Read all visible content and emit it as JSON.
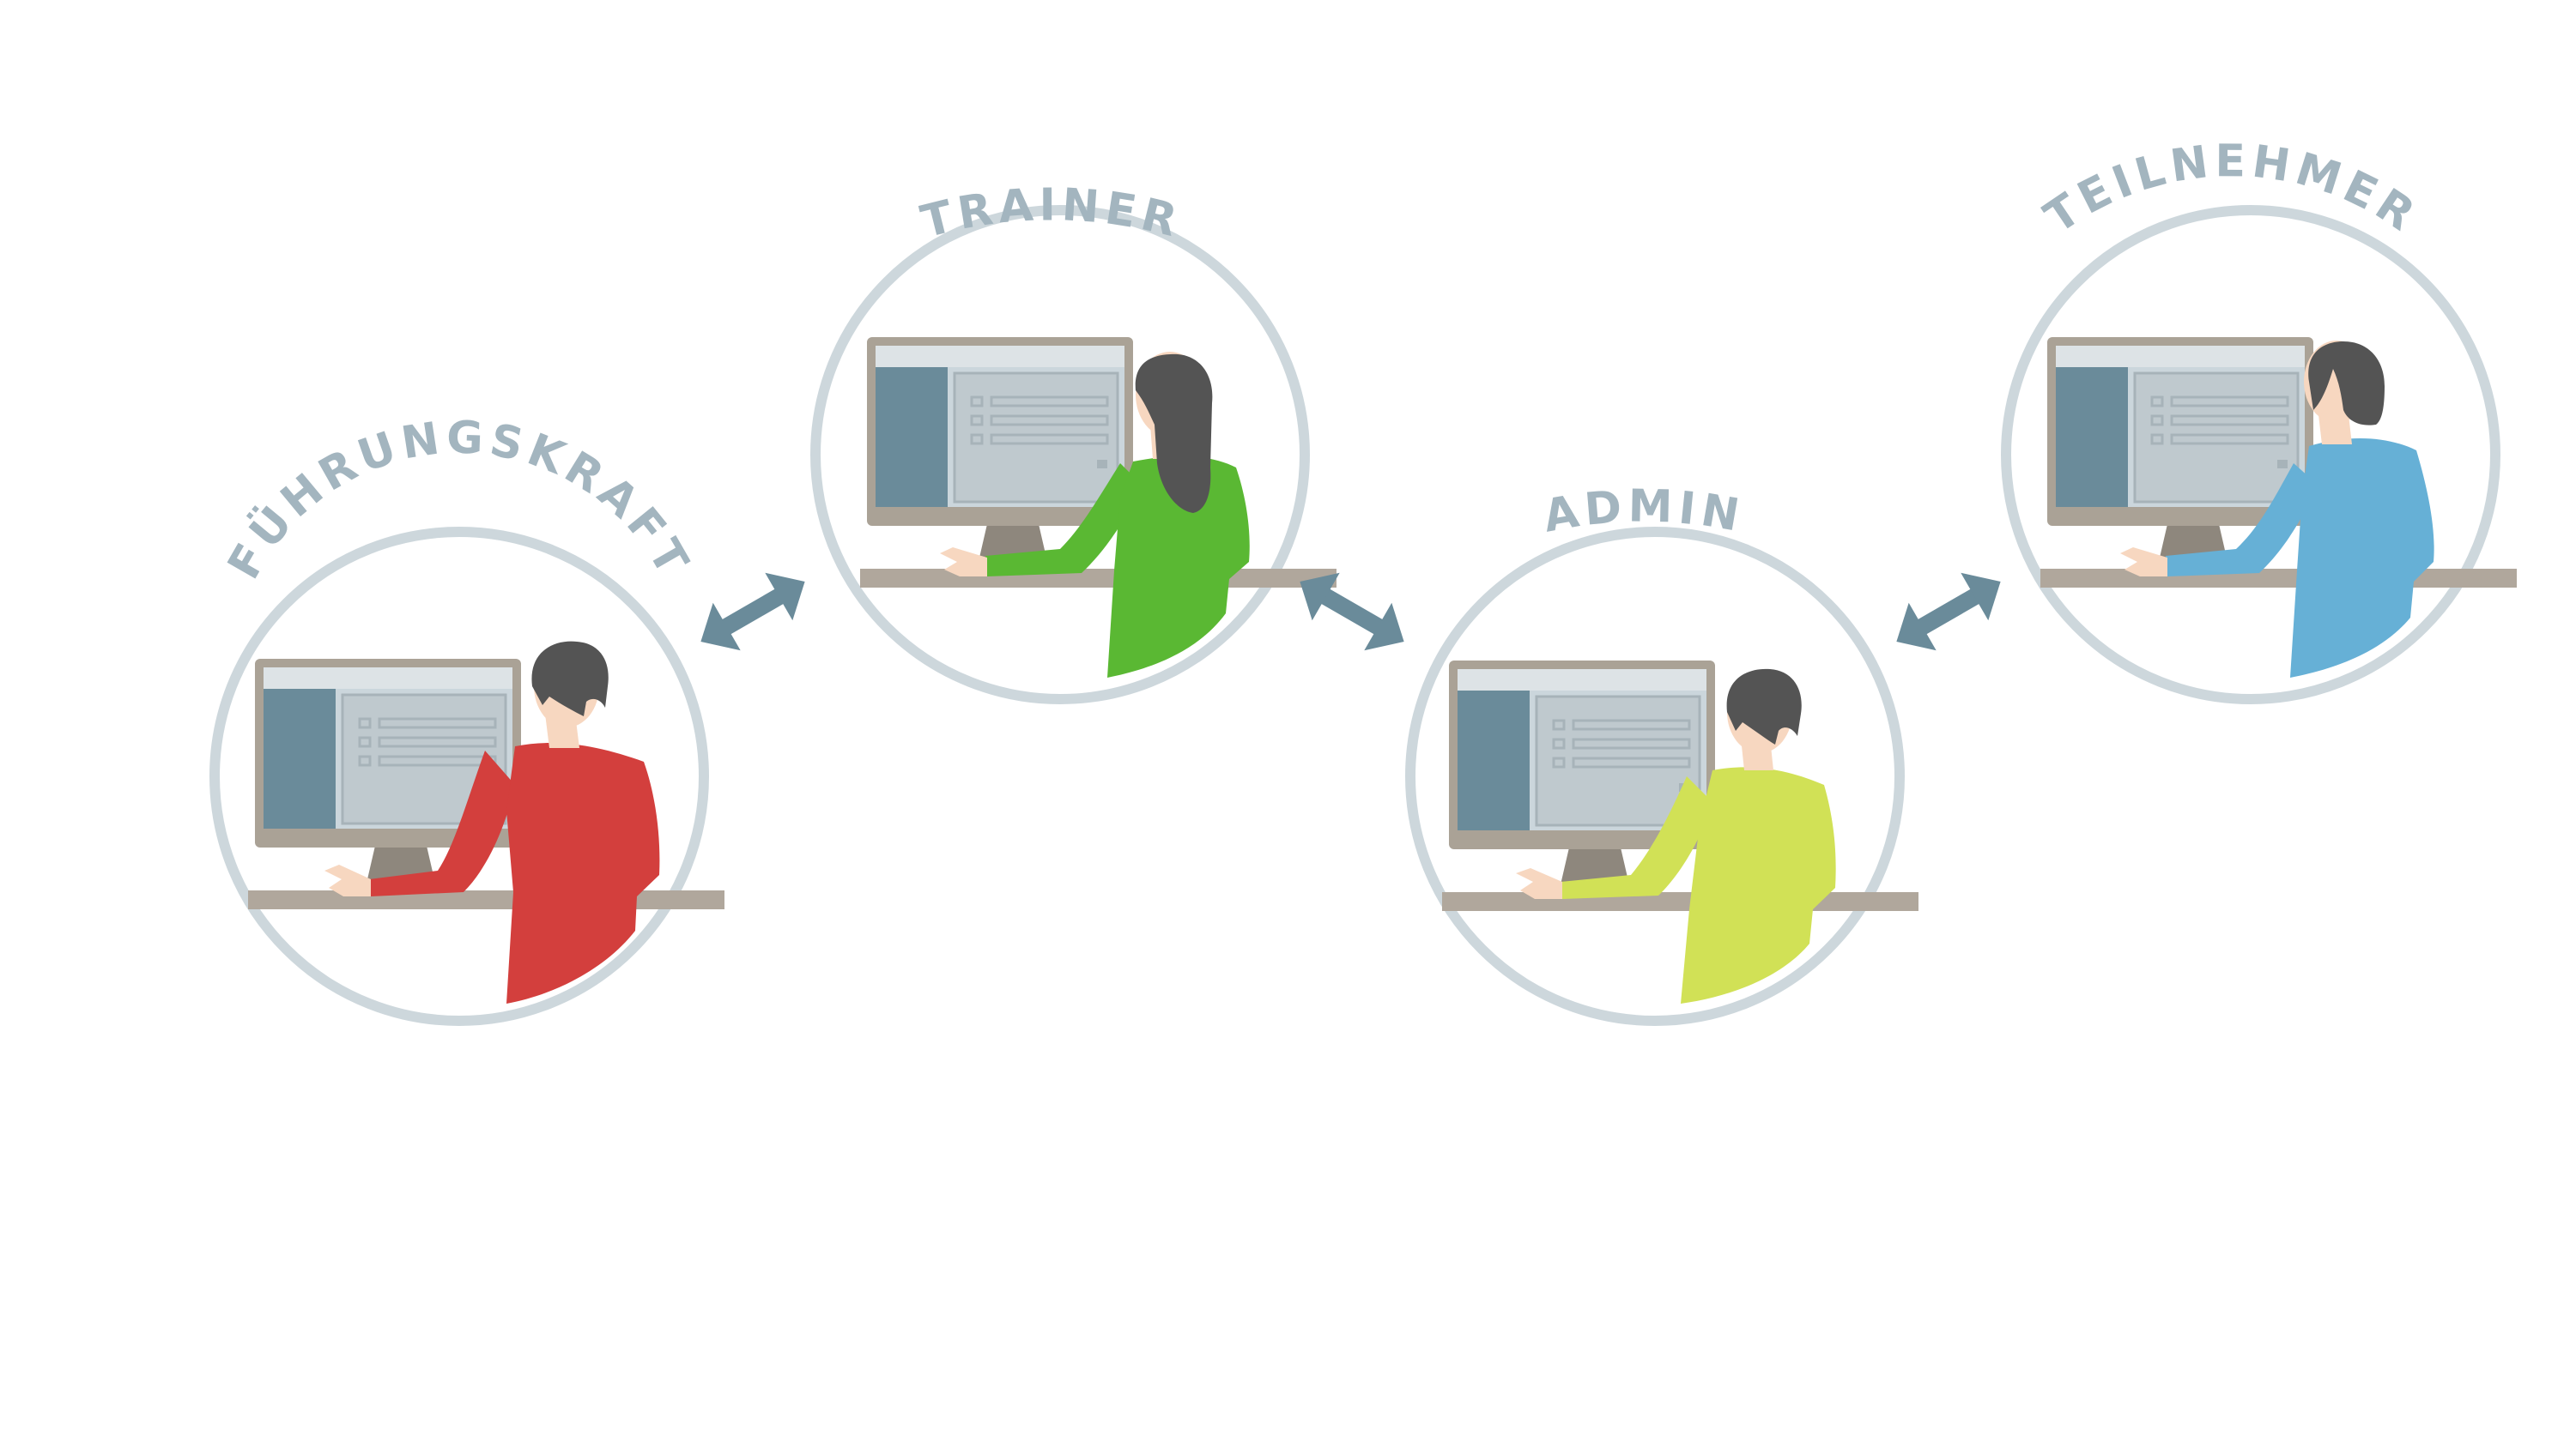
{
  "colors": {
    "ring": "#cdd7dc",
    "label": "#a3b5bf",
    "arrow": "#6a8b9a",
    "monitor_frame": "#aaa296",
    "screen_bg": "#cbd6dc",
    "screen_sidebar": "#6a8b9a",
    "screen_lines": "#a7b3b9",
    "desk": "#b0a79c",
    "hair": "#545454",
    "skin": "#f7d7c0"
  },
  "roles": [
    {
      "id": "fuehrungskraft",
      "label": "FÜHRUNGSKRAFT",
      "person": "man",
      "shirt_color": "#d33f3d"
    },
    {
      "id": "trainer",
      "label": "TRAINER",
      "person": "woman",
      "shirt_color": "#5ab833"
    },
    {
      "id": "admin",
      "label": "ADMIN",
      "person": "man",
      "shirt_color": "#d1e156"
    },
    {
      "id": "teilnehmer",
      "label": "TEILNEHMER",
      "person": "woman-short",
      "shirt_color": "#66b0d6"
    }
  ],
  "connections": [
    {
      "from": "fuehrungskraft",
      "to": "trainer",
      "type": "bidirectional-arrow"
    },
    {
      "from": "trainer",
      "to": "admin",
      "type": "bidirectional-arrow"
    },
    {
      "from": "admin",
      "to": "teilnehmer",
      "type": "bidirectional-arrow"
    }
  ]
}
